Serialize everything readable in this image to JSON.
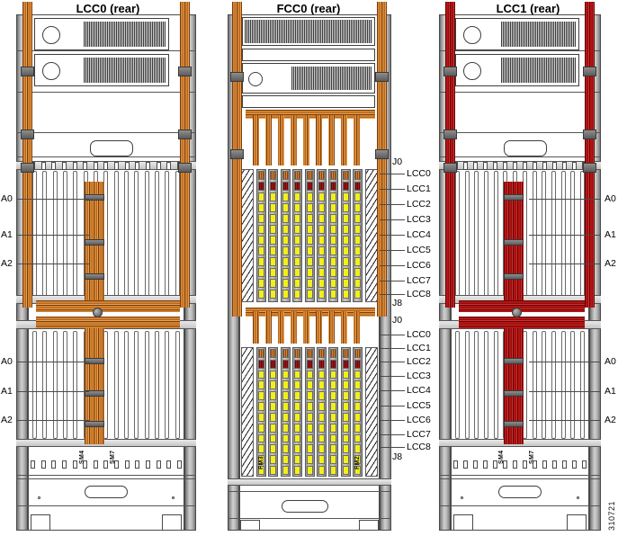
{
  "figure": {
    "id": "310721"
  },
  "racks": [
    {
      "key": "lcc0",
      "title": "LCC0 (rear)",
      "cable_color": "#c87428",
      "left_labels_upper": [
        "A0",
        "A1",
        "A2"
      ],
      "left_labels_lower": [
        "A0",
        "A1",
        "A2"
      ],
      "module_labels": [
        "SM4",
        "SM7"
      ]
    },
    {
      "key": "fcc0",
      "title": "FCC0 (rear)",
      "cable_color": "#c87428",
      "connector_labels_upper": {
        "top": "J0",
        "rows": [
          "LCC0",
          "LCC1",
          "LCC2",
          "LCC3",
          "LCC4",
          "LCC5",
          "LCC6",
          "LCC7",
          "LCC8"
        ],
        "bottom": "J8"
      },
      "connector_labels_lower": {
        "top": "J0",
        "rows": [
          "LCC0",
          "LCC1",
          "LCC2",
          "LCC3",
          "LCC4",
          "LCC5",
          "LCC6",
          "LCC7",
          "LCC8"
        ],
        "bottom": "J8"
      },
      "module_labels": [
        "FM3",
        "FM2"
      ]
    },
    {
      "key": "lcc1",
      "title": "LCC1 (rear)",
      "cable_color": "#a01010",
      "right_labels_upper": [
        "A0",
        "A1",
        "A2"
      ],
      "right_labels_lower": [
        "A0",
        "A1",
        "A2"
      ],
      "module_labels": [
        "SM4",
        "SM7"
      ]
    }
  ],
  "colors": {
    "orange_cable": "#c87428",
    "red_cable": "#a01010",
    "connector_yellow": "#f2ef1a",
    "frame_gray": "#9a9a9a",
    "outline": "#4a4a4a"
  }
}
